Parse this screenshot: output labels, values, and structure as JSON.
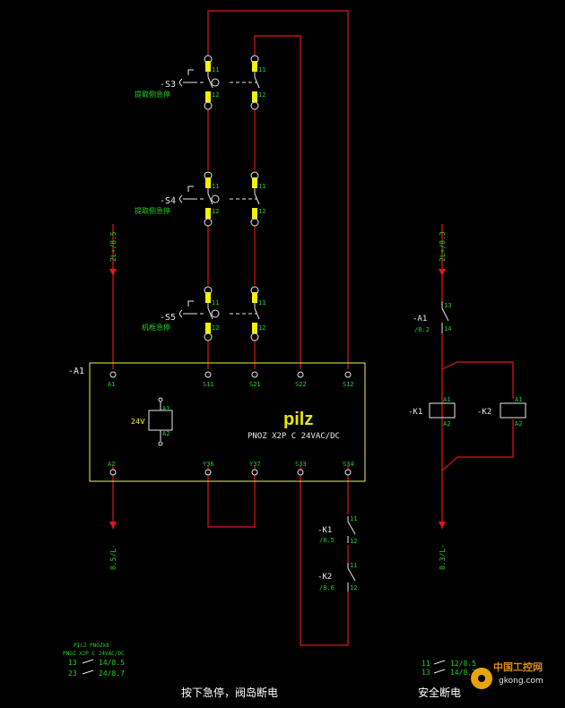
{
  "estops": [
    {
      "tag": "-S3",
      "desc": "提取侧急停",
      "t1": "11",
      "t2": "12",
      "t3": "11",
      "t4": "12"
    },
    {
      "tag": "-S4",
      "desc": "提取侧急停",
      "t1": "11",
      "t2": "12",
      "t3": "11",
      "t4": "12"
    },
    {
      "tag": "-S5",
      "desc": "机框急停",
      "t1": "11",
      "t2": "12",
      "t3": "11",
      "t4": "12"
    }
  ],
  "supply_top_left": "2L+/8.5",
  "supply_bottom_left": "8.5/L-",
  "supply_top_right": "2L+/8.3",
  "supply_bottom_right": "8.3/L-",
  "module": {
    "tag": "-A1",
    "brand": "pilz",
    "model": "PNOZ X2P C 24VAC/DC",
    "coil_voltage": "24V",
    "coil_a1": "A1",
    "coil_a2": "A2",
    "top_terminals": [
      "A1",
      "S11",
      "S21",
      "S22",
      "S12"
    ],
    "bottom_terminals": [
      "A2",
      "Y36",
      "Y37",
      "S33",
      "S34"
    ]
  },
  "feedback": [
    {
      "tag": "-K1",
      "ref": "/8.5",
      "t1": "11",
      "t2": "12"
    },
    {
      "tag": "-K2",
      "ref": "/8.6",
      "t1": "11",
      "t2": "12"
    }
  ],
  "right_circuit": {
    "a1_tag": "-A1",
    "a1_ref": "/8.2",
    "a1_t1": "13",
    "a1_t2": "14",
    "k1_tag": "-K1",
    "k2_tag": "-K2",
    "coil_t1": "A1",
    "coil_t2": "A2"
  },
  "legend_left": {
    "title": "PILZ PNOZX8",
    "subtitle": "PNOZ X2P C 24VAC/DC",
    "row1_a": "13",
    "row1_b": "14/8.5",
    "row2_a": "23",
    "row2_b": "24/8.7"
  },
  "legend_right": {
    "row1_a": "11",
    "row1_b": "12/8.5",
    "row2_a": "13",
    "row2_b": "14/8.7"
  },
  "captions": {
    "left": "按下急停，阀岛断电",
    "right": "安全断电"
  },
  "watermark": {
    "cn": "中国工控网",
    "url": "gkong.com"
  },
  "colors": {
    "wire": "#e01818",
    "frame": "#f0f060",
    "label": "#21d321",
    "terminal": "#f2f20a"
  }
}
